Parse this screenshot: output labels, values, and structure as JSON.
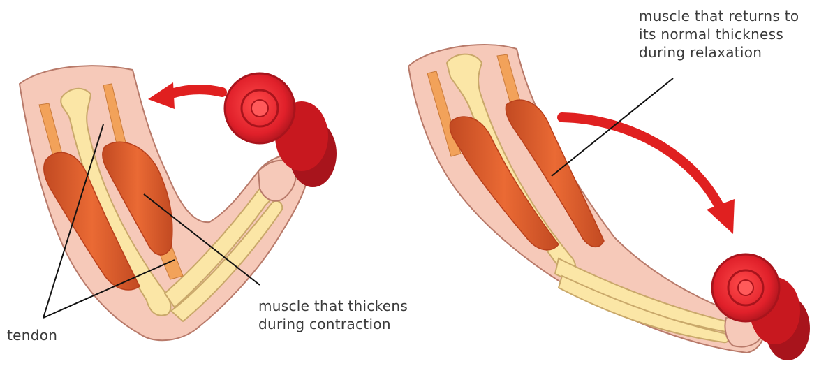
{
  "labels": {
    "tendon": "tendon",
    "contracting_muscle": [
      "muscle that thickens",
      "during contraction"
    ],
    "relaxing_muscle": [
      "muscle that returns to",
      "its normal thickness",
      "during relaxation"
    ]
  },
  "colors": {
    "skin": "#f6c9b9",
    "skin_outline": "#b87a6a",
    "bone": "#fbe6a6",
    "bone_outline": "#c9a86a",
    "tendon": "#f2a25a",
    "muscle": "#e0602e",
    "muscle_dark": "#b8401c",
    "arrow": "#e02020",
    "dumbbell": "#e8222a",
    "dumbbell_dark": "#a8141c",
    "leader_line": "#111111"
  }
}
